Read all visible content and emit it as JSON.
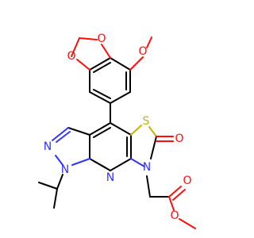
{
  "molecule": {
    "colors": {
      "bond": "#000000",
      "nitrogen": "#3333ff",
      "oxygen": "#ff0d0d",
      "sulfur": "#c8b400",
      "background": "#ffffff"
    },
    "atoms": {
      "o_methoxy": "O",
      "o_dioxole_top": "O",
      "o_dioxole_left": "O",
      "s_thiazole": "S",
      "o_carbonyl": "O",
      "n_pyrazole_top": "N",
      "n_pyrazole_bottom": "N",
      "n_pyridine": "N",
      "n_thiazole": "N",
      "o_ester_carbonyl": "O",
      "o_ester": "O"
    }
  }
}
